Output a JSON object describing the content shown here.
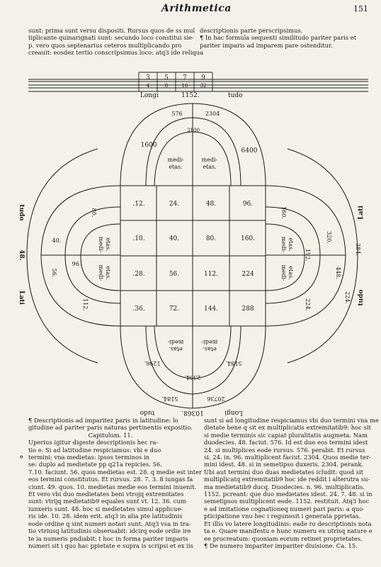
{
  "header": {
    "title": "Arithmetica",
    "page_number": "151"
  },
  "top_left_lines": [
    "sunt: prima sunt versu dispositi. Rursus quos de ss mul",
    "tiplicante quinarignati sunt: secundo loco constitui sie-",
    "p. vero quos septenarius ceteros multiplicando pro",
    "creauit: eosdez tertio conscripsimus loco: atq3 ide reliqua"
  ],
  "top_right_lines": [
    "descriptionis parte perscripsimus.",
    "¶ In hac formula sequenti similitudo pariter paris et",
    "pariter imparis ad imparem pare ostenditur."
  ],
  "bot_left_lines": [
    "¶ Descriptionis ad imparitez paris in latitudine: lo",
    "gitudine ad pariter paris naturas pertinentis expositio.",
    "Capitulum.   11.",
    "Uperius igitur digeste descriptionis hec ra-",
    "tio e. Si ad latitudine respiciamus: vbi e duo",
    "termini: vna medietas: ipsos terminos in",
    "se: duplo ad medietate pp q21a repicies. 56.",
    "7.10. faciunt. 56. quos medietas est. 28. q medie est inter",
    "eos termini constitutus. Et rursus. 28. 7. 3. 8 iungas fa",
    "ciunt. 49. quos. 10. medietas medie eos termini inuenit.",
    "Et vero vbi duo medietates beni vtrojq extremitates",
    "sunt: vtrijq medietatib9 equales sunt vt. 12. 36. cum",
    "iunxeris sunt. 48. hoc si medietates simul applicue-",
    "ris ide. 10. 28. idem erit. atq3 in alia pte latitudinis",
    "eode ordine q sint numeri notari sunt. Atq3 vsa in tra-",
    "tio vtriusq latitudinis obseruabit: idcirq eode ordie ire",
    "te ia numeris pndiabit: t hoc in forma pariter imparis",
    "numeri sit i quo hac ppietate e supra is scripsi et ex iis"
  ],
  "bot_right_lines": [
    "sunt si ad longitudine respiciamus vbi duo termini vna me",
    "dietate bene q sit ex multiplicatis extremitatib9: hoc sit",
    "si medie terminis sic capiat pluralitatis augmeta. Nam",
    "duodecies. 48. faciut. 576. Id est duo eos termini idest",
    "24. si multiplices eode rursus. 576. perabit. Et rursus",
    "si. 24. in. 96. multiplicent faciut. 2304. Quos medie ter-",
    "mini idest. 48. si in semetipso duxeris. 2304. perank.",
    "Ubi aut termini duo duas medietates icludit: quod sit",
    "multiplicatq extremitatib9 hoc ide reddit i alterutra su-",
    "ma medietatib9 ducq. Duodecies. n. 96. multiplicatis.",
    "1152. pcreant: que duo medietates idest. 24. 7. 48. si in",
    "semetipsos multiplicent eode. 1152. restituit. Atq3 hoc",
    "e ad imitatione cognationeq numeri pari paris: a quo",
    "pticipatione vnu hec i regunosit i generata pprietas.",
    "Et illis vo latere longitudinis: eade ro descriptionis nota",
    "ta e. Quare manifestu e hunc numeru ex utrisq nature e",
    "ee procreatum: quoniam eorum retinet proprietates.",
    "¶ De numero impariter impariter diuisione.   Ca.   15."
  ],
  "margin_notes": {
    "bottom_left_marker": "e"
  },
  "table": {
    "top_row": [
      "3",
      "5",
      "7",
      "9"
    ],
    "bottom_row": [
      "4",
      "8",
      "16",
      "32"
    ],
    "longitudo_left": "Longi",
    "longitudo_mid": "1152.",
    "longitudo_right": "tudo"
  },
  "diagram": {
    "top_numbers": [
      "576",
      "2304"
    ],
    "top_center": "3100",
    "left_big": "1600",
    "right_big": "6400",
    "top_medietas": [
      "medi-",
      "etas.",
      "medi-",
      "etas."
    ],
    "grid": [
      [
        ".12.",
        "24.",
        "48.",
        "96."
      ],
      [
        ".10.",
        "40.",
        "80.",
        "160."
      ],
      [
        ".28.",
        "56.",
        "112.",
        "224"
      ],
      [
        ".36.",
        "72.",
        "144.",
        "288"
      ]
    ],
    "left_arc": [
      "40.",
      "80.",
      "96.",
      "56.",
      "112."
    ],
    "right_arc": [
      "160.",
      "320.",
      "192.",
      "448.",
      "224."
    ],
    "right_outer": [
      "384.",
      "448.",
      "224."
    ],
    "left_medietas": [
      "medi-",
      "etas.",
      "medi-",
      "etas."
    ],
    "right_medietas": [
      "medi-",
      "etas.",
      "medi-",
      "etas."
    ],
    "bottom_medietas": [
      "medi-",
      "etas.",
      "medi-",
      "etas."
    ],
    "bottom_small": [
      "1296.",
      "5184."
    ],
    "bottom_numbers": [
      "1296.",
      "5184."
    ],
    "bottom_inner": "2304.",
    "bottom_sides": [
      "5184.",
      "20736"
    ],
    "side_labels": [
      "tudo",
      "48.",
      "Lati",
      "Lati",
      "tudo",
      "384."
    ],
    "bottom_longitudo": [
      "tudo",
      "10368.",
      "Longi"
    ]
  }
}
